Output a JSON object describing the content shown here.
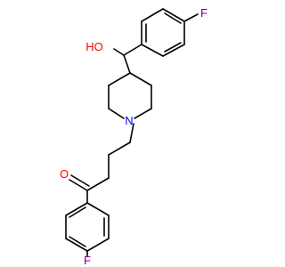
{
  "molecule": {
    "atoms": {
      "hydroxyl": "HO",
      "nitrogen": "N",
      "carbonyl_oxygen": "O",
      "fluorine_top": "F",
      "fluorine_bottom": "F"
    },
    "colors": {
      "bond": "#000000",
      "oxygen": "#ff0000",
      "nitrogen": "#0000ff",
      "fluorine": "#800080",
      "background": "#ffffff"
    }
  }
}
